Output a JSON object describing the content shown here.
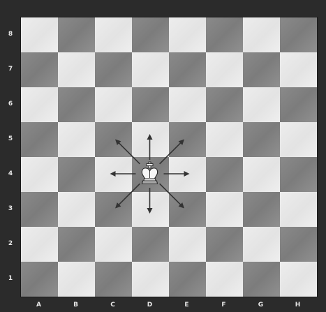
{
  "board": {
    "files": [
      "A",
      "B",
      "C",
      "D",
      "E",
      "F",
      "G",
      "H"
    ],
    "ranks": [
      "8",
      "7",
      "6",
      "5",
      "4",
      "3",
      "2",
      "1"
    ],
    "light_color": "#e8e8e8",
    "dark_color": "#858585",
    "frame_color": "#2b2b2b"
  },
  "pieces": [
    {
      "piece": "king",
      "color": "white",
      "square": "D4",
      "icon": "white-king-icon"
    }
  ],
  "move_arrows": {
    "from": "D4",
    "directions": [
      "up",
      "up-right",
      "right",
      "down-right",
      "down",
      "down-left",
      "left",
      "up-left"
    ],
    "color": "#333333"
  }
}
